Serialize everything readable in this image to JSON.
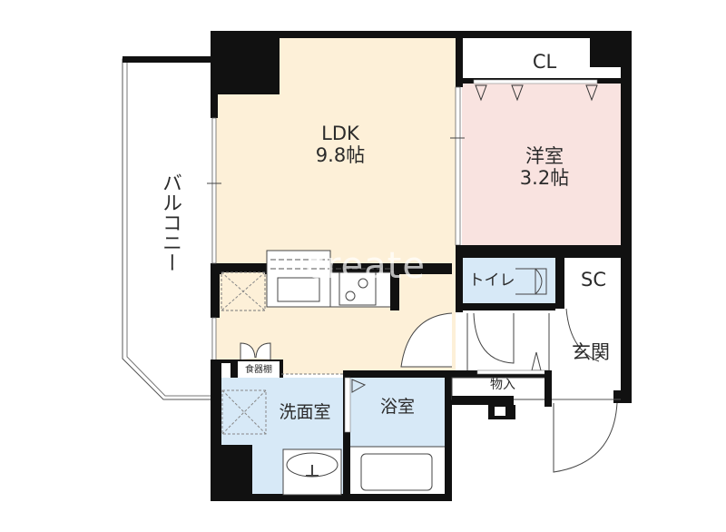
{
  "floorplan": {
    "watermark": "create",
    "colors": {
      "wall": "#111111",
      "ldk": "#fdf0d8",
      "western_room": "#f9e3e0",
      "wet_area": "#d7e9f7",
      "balcony": "#ffffff",
      "background": "#ffffff"
    },
    "rooms": {
      "ldk": {
        "name": "LDK",
        "size": "9.8帖"
      },
      "western_room": {
        "name": "洋室",
        "size": "3.2帖"
      },
      "closet": {
        "name": "CL"
      },
      "balcony": {
        "name": "バルコニー"
      },
      "toilet": {
        "name": "トイレ"
      },
      "shoe_closet": {
        "name": "SC"
      },
      "entrance": {
        "name": "玄関"
      },
      "storage": {
        "name": "物入"
      },
      "cupboard": {
        "name": "食器棚"
      },
      "washroom": {
        "name": "洗面室"
      },
      "bathroom": {
        "name": "浴室"
      }
    }
  }
}
